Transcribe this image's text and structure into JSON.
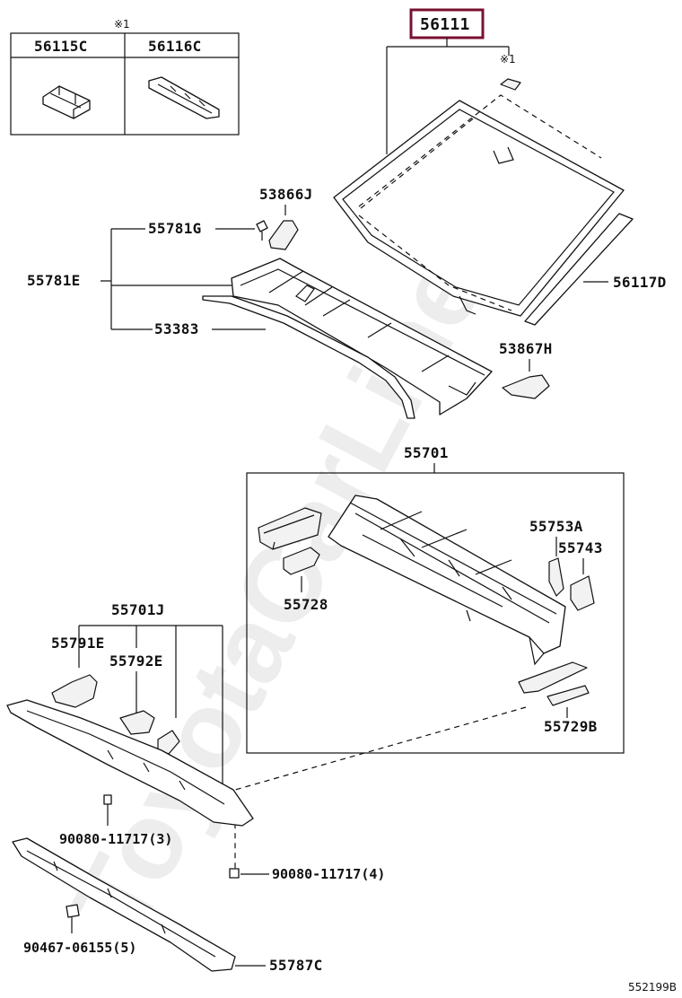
{
  "watermark": "ToyotaCarLine.ru",
  "inset_box": {
    "note_mark": "※1",
    "headers": [
      "56115C",
      "56116C"
    ]
  },
  "highlight": {
    "label": "56111",
    "color": "#7a1030"
  },
  "labels": {
    "note_windshield": "※1",
    "p56117D": "56117D",
    "p53866J": "53866J",
    "p55781G": "55781G",
    "p55781E": "55781E",
    "p53383": "53383",
    "p53867H": "53867H",
    "p55701": "55701",
    "p55753A": "55753A",
    "p55743": "55743",
    "p55728": "55728",
    "p55729B": "55729B",
    "p55701J": "55701J",
    "p55791E": "55791E",
    "p55792E": "55792E",
    "p90080a": "90080-11717(3)",
    "p90080b": "90080-11717(4)",
    "p90467": "90467-06155(5)",
    "p55787C": "55787C"
  },
  "diagram_code": "552199B"
}
